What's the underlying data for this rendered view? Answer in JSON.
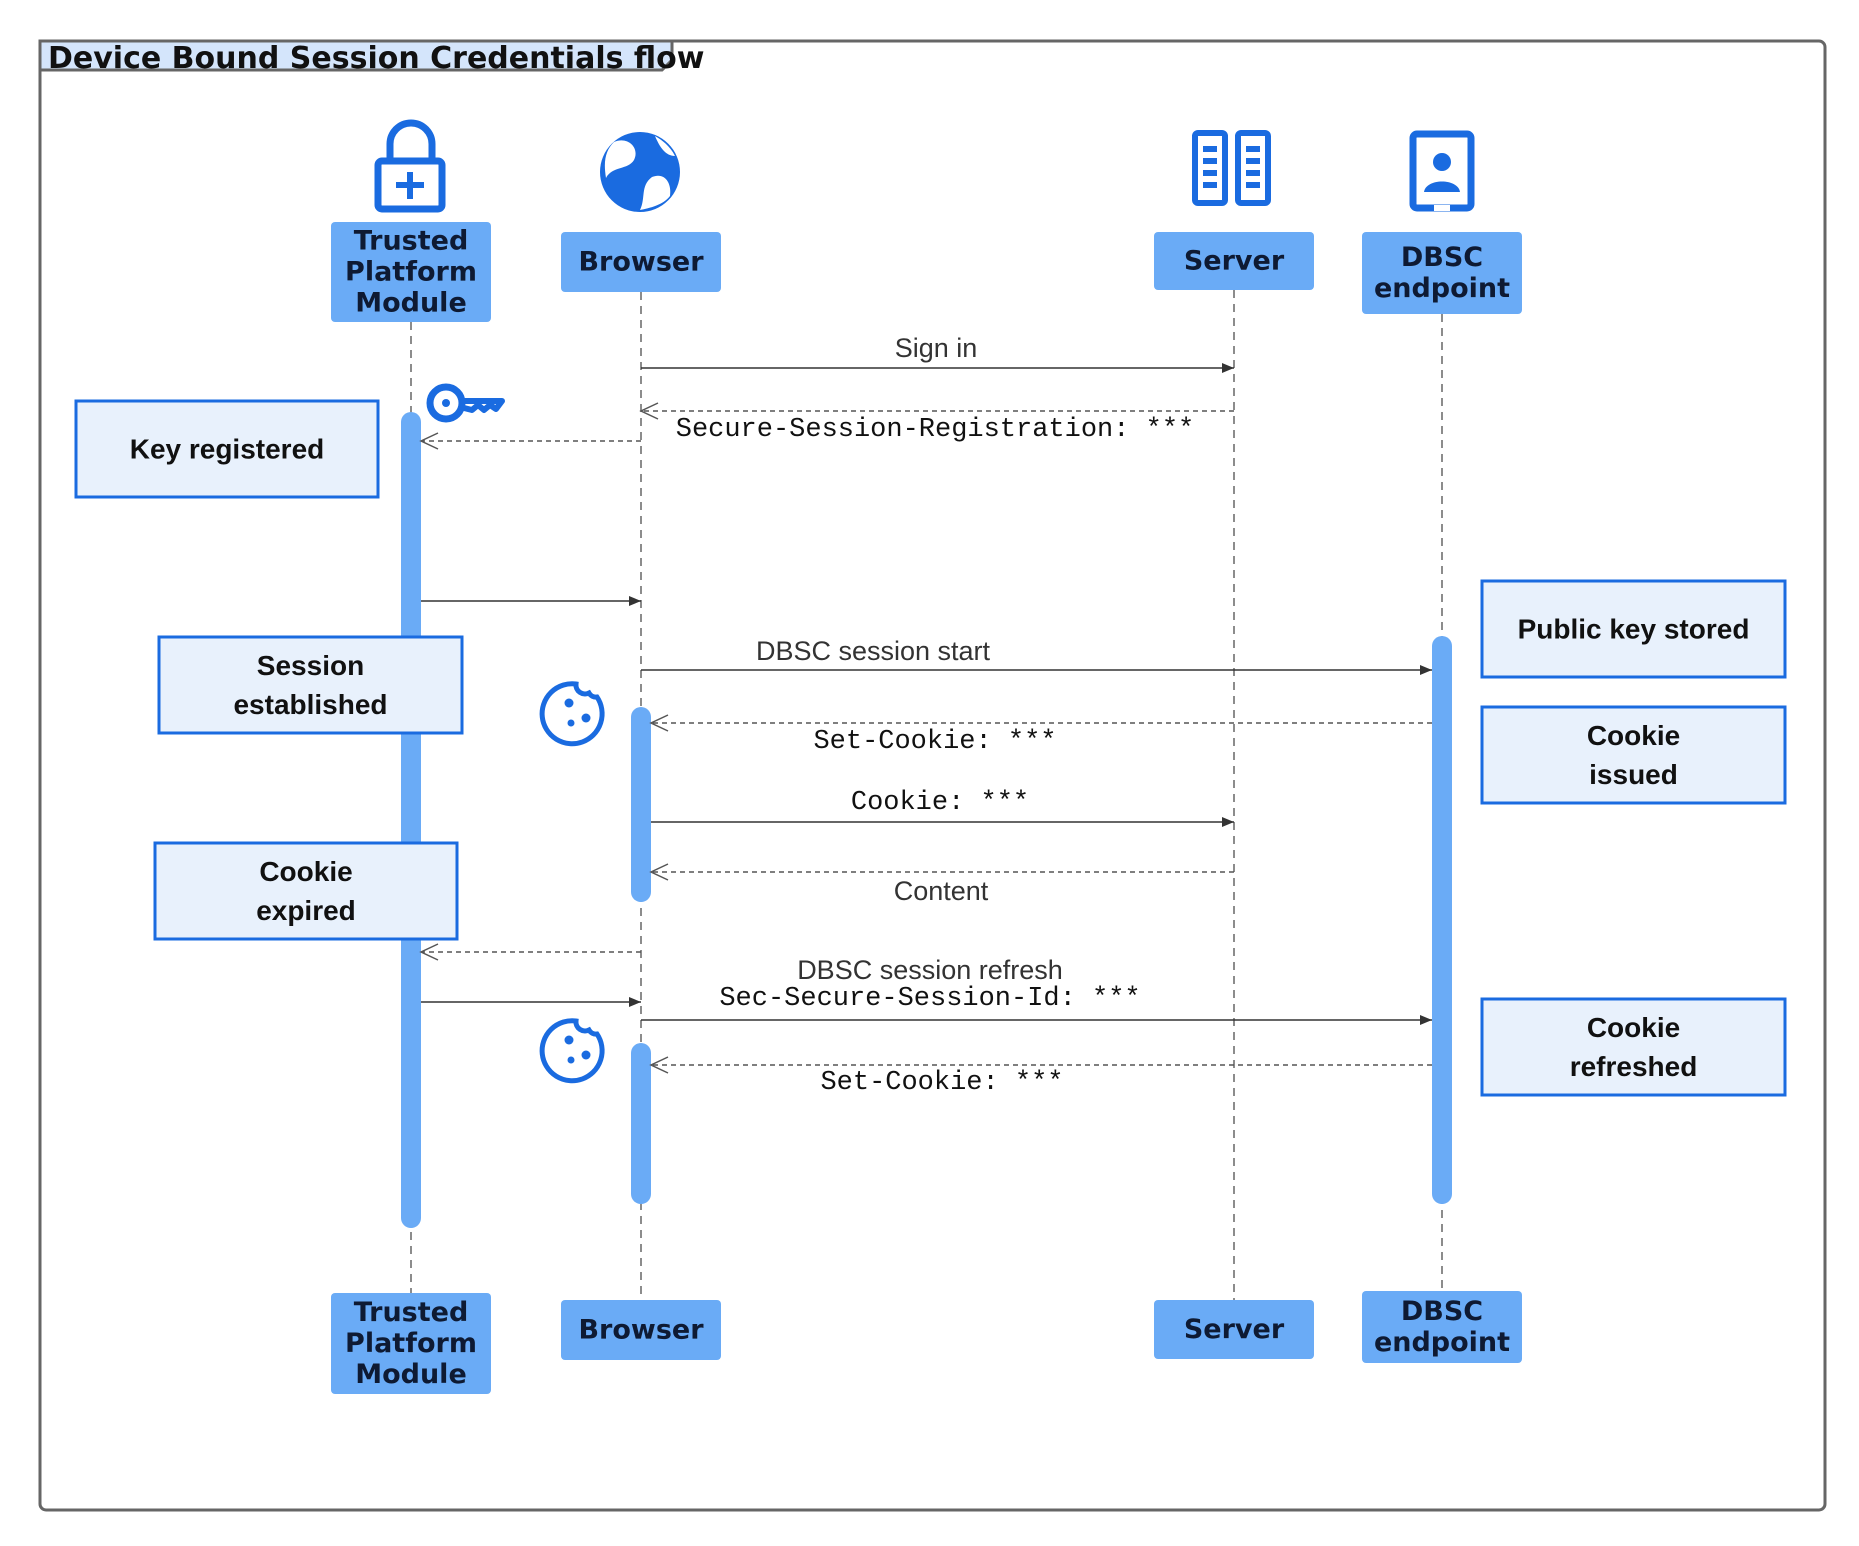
{
  "title": "Device Bound Session Credentials flow",
  "participants": [
    {
      "id": "tpm",
      "label_lines": [
        "Trusted",
        "Platform",
        "Module"
      ],
      "icon": "lock-icon"
    },
    {
      "id": "browser",
      "label_lines": [
        "Browser"
      ],
      "icon": "globe-icon"
    },
    {
      "id": "server",
      "label_lines": [
        "Server"
      ],
      "icon": "server-icon"
    },
    {
      "id": "dbsc",
      "label_lines": [
        "DBSC",
        "endpoint"
      ],
      "icon": "badge-icon"
    }
  ],
  "messages": [
    {
      "lines": [
        "Sign in"
      ],
      "font": "sans"
    },
    {
      "lines": [
        "Secure-Session-Registration: ***"
      ],
      "font": "mono"
    },
    {
      "lines": [],
      "font": "sans"
    },
    {
      "lines": [],
      "font": "sans"
    },
    {
      "lines": [
        "DBSC session start"
      ],
      "font": "sans"
    },
    {
      "lines": [
        "Set-Cookie: ***"
      ],
      "font": "mono"
    },
    {
      "lines": [
        "Cookie: ***"
      ],
      "font": "mono"
    },
    {
      "lines": [
        "Content"
      ],
      "font": "sans"
    },
    {
      "lines": [],
      "font": "sans"
    },
    {
      "lines": [],
      "font": "sans"
    },
    {
      "lines": [
        "DBSC session refresh",
        "Sec-Secure-Session-Id: ***"
      ],
      "font": "mixed"
    },
    {
      "lines": [
        "Set-Cookie: ***"
      ],
      "font": "mono"
    }
  ],
  "notes": [
    {
      "lines": [
        "Key registered"
      ]
    },
    {
      "lines": [
        "Session",
        "established"
      ]
    },
    {
      "lines": [
        "Cookie",
        "expired"
      ]
    },
    {
      "lines": [
        "Public key stored"
      ]
    },
    {
      "lines": [
        "Cookie",
        "issued"
      ]
    },
    {
      "lines": [
        "Cookie",
        "refreshed"
      ]
    }
  ],
  "icons": {
    "key": "key-icon",
    "cookie": "cookie-icon"
  },
  "colors": {
    "actor_fill": "#6aabf6",
    "icon_blue": "#1a6be0",
    "note_fill": "#e8f1fc",
    "note_border": "#1a6be0",
    "activation": "#6aabf6",
    "title_tab": "#d4e5fb"
  }
}
